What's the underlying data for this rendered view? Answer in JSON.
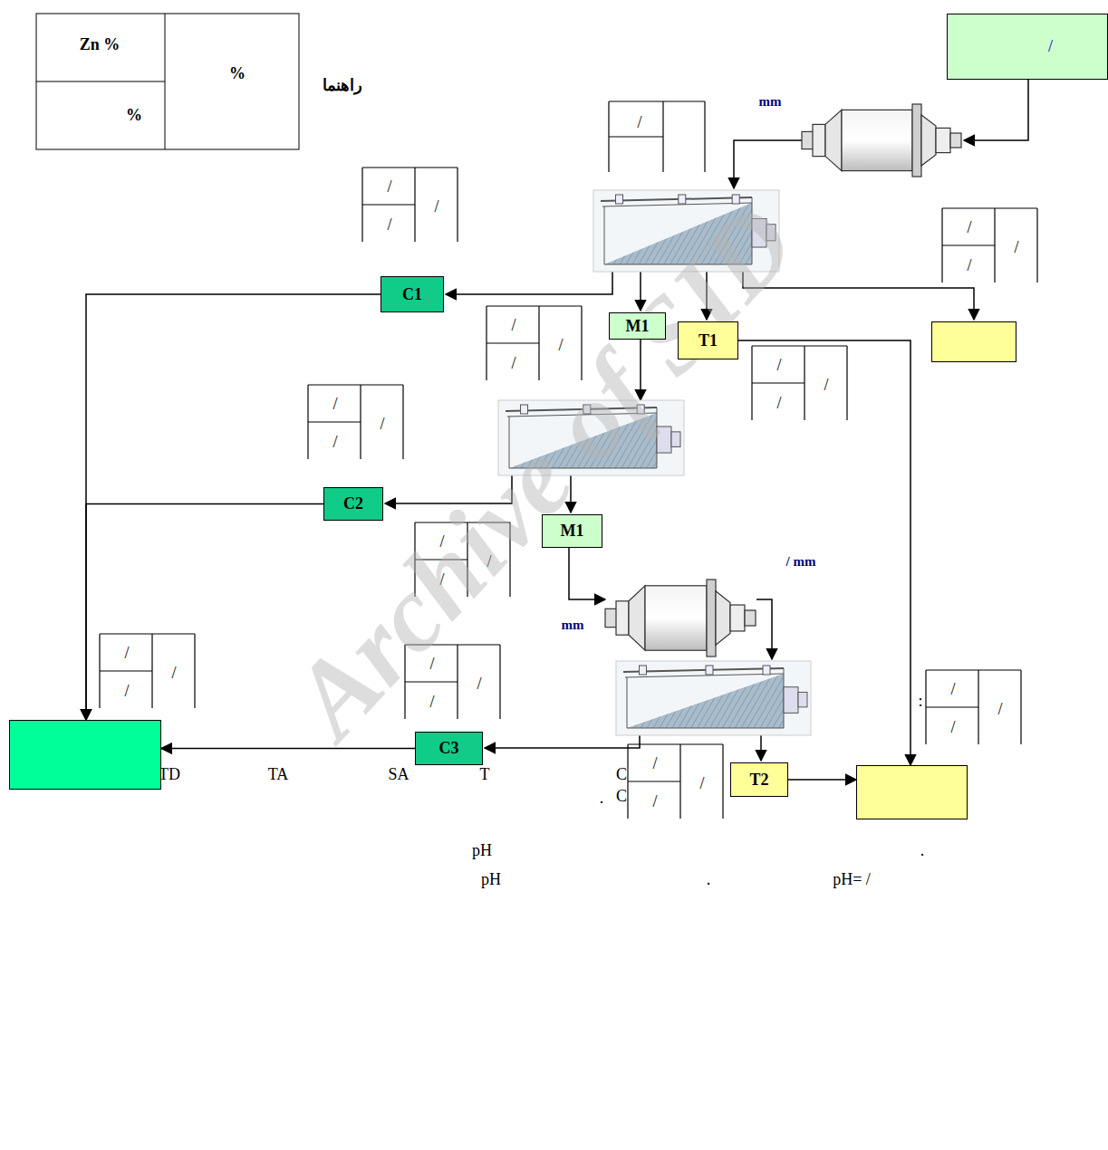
{
  "diagram": {
    "nodes": [
      {
        "text": [
          "/"
        ]
      },
      {
        "text": [
          "C1"
        ]
      },
      {
        "text": [
          "M1"
        ]
      },
      {
        "text": [
          "T1"
        ]
      },
      {
        "text": []
      },
      {
        "text": [
          "C2"
        ]
      },
      {
        "text": [
          "M1"
        ]
      },
      {
        "text": []
      },
      {
        "text": [
          "C3"
        ]
      },
      {
        "text": [
          "T2"
        ]
      },
      {
        "text": []
      }
    ],
    "edges": [
      {
        "from": 1,
        "to": 7,
        "arrow": "to"
      },
      {
        "from": 5,
        "to": 7,
        "arrow": "to"
      },
      {
        "from": 8,
        "to": 7,
        "arrow": "to"
      },
      {
        "from": 3,
        "to": 10,
        "arrow": "to"
      },
      {
        "from": 9,
        "to": 10,
        "arrow": "to"
      }
    ],
    "labels": [
      "Zn %",
      "%",
      "%",
      "راهنما",
      "/",
      "mm",
      "/",
      "/",
      "/",
      "/",
      "/",
      "/",
      "/",
      "/",
      "/",
      "/",
      "/",
      "/",
      "/",
      "/",
      "/",
      "/",
      "/",
      "/",
      "/ mm",
      "mm",
      "/",
      "/",
      "/",
      "/",
      "/",
      "/",
      "/",
      "/",
      "/",
      "/",
      "/",
      "/",
      ":",
      "TD",
      "TA",
      "SA",
      "T",
      "C",
      ".",
      "C",
      "pH",
      ".",
      "pH",
      ".",
      "pH= /",
      "Archive of SID"
    ]
  }
}
